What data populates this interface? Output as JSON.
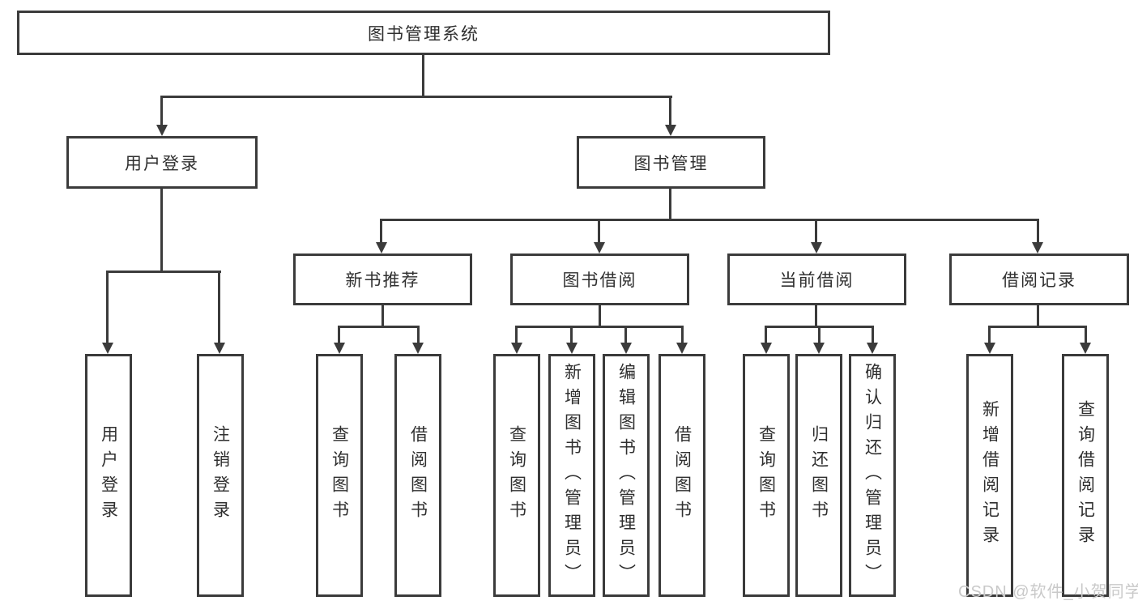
{
  "diagram": {
    "root": "图书管理系统",
    "level2": [
      "用户登录",
      "图书管理"
    ],
    "level3": [
      "新书推荐",
      "图书借阅",
      "当前借阅",
      "借阅记录"
    ],
    "leaves": {
      "user": [
        "用户登录",
        "注销登录"
      ],
      "new_book": [
        "查询图书",
        "借阅图书"
      ],
      "borrow": [
        "查询图书",
        "新增图书（管理员）",
        "编辑图书（管理员）",
        "借阅图书"
      ],
      "current": [
        "查询图书",
        "归还图书",
        "确认归还（管理员）"
      ],
      "records": [
        "新增借阅记录",
        "查询借阅记录"
      ]
    }
  },
  "watermark": "CSDN @软件_小贺同学",
  "colors": {
    "line": "#3b3b3b",
    "text": "#2f2f2f",
    "background": "#ffffff",
    "watermark": "#c9c9c9"
  }
}
